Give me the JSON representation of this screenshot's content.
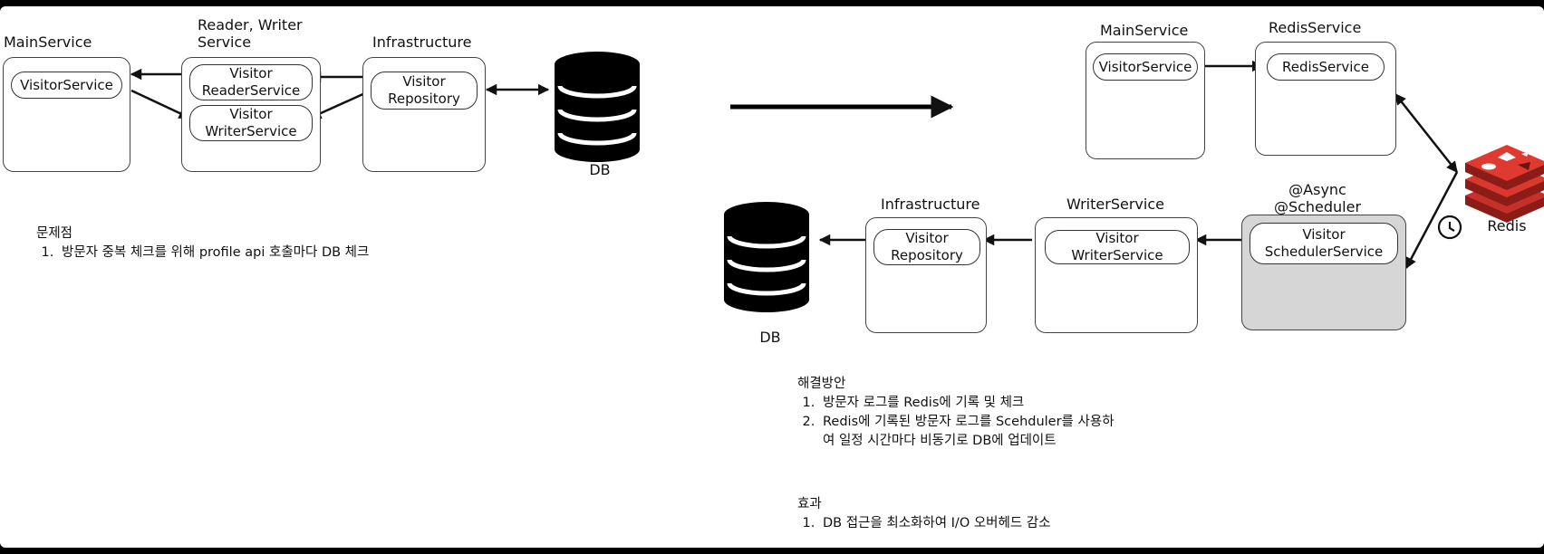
{
  "before": {
    "main_title": "MainService",
    "main_pill": "VisitorService",
    "rw_title": "Reader, Writer\nService",
    "reader_pill": "Visitor\nReaderService",
    "writer_pill": "Visitor\nWriterService",
    "infra_title": "Infrastructure",
    "repo_pill": "Visitor\nRepository",
    "db_label": "DB"
  },
  "problem": {
    "heading": "문제점",
    "items": [
      "방문자 중복 체크를 위해 profile api 호출마다 DB 체크"
    ]
  },
  "after": {
    "main_title": "MainService",
    "main_pill": "VisitorService",
    "redis_title": "RedisService",
    "redis_pill": "RedisService",
    "redis_label": "Redis",
    "sched_title": "@Async\n@Scheduler",
    "sched_pill": "Visitor\nSchedulerService",
    "writer_title": "WriterService",
    "writer_pill": "Visitor\nWriterService",
    "infra_title": "Infrastructure",
    "repo_pill": "Visitor\nRepository",
    "db_label": "DB"
  },
  "solution": {
    "heading": "해결방안",
    "items": [
      "방문자 로그를 Redis에 기록 및 체크",
      "Redis에 기록된 방문자 로그를 Scehduler를 사용하여 일정 시간마다 비동기로 DB에 업데이트"
    ]
  },
  "effect": {
    "heading": "효과",
    "items": [
      "DB 접근을 최소화하여 I/O 오버헤드 감소"
    ]
  },
  "colors": {
    "redis_red": "#c6302b",
    "scheduler_gray": "#d6d6d6"
  }
}
